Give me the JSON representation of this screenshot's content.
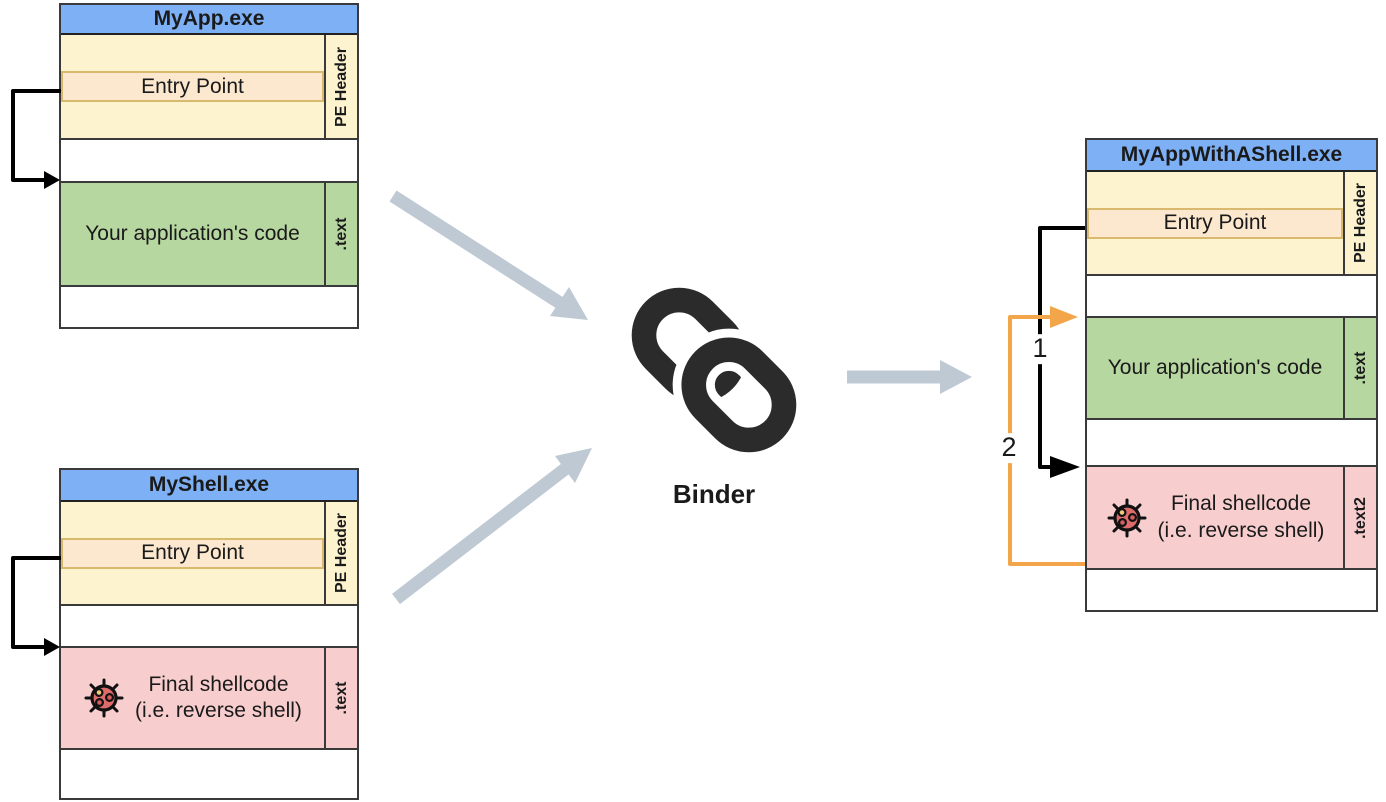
{
  "myapp": {
    "title": "MyApp.exe",
    "pe_header": "PE Header",
    "entry_point": "Entry Point",
    "code": {
      "label": "Your application's code",
      "side": ".text"
    }
  },
  "myshell": {
    "title": "MyShell.exe",
    "pe_header": "PE Header",
    "entry_point": "Entry Point",
    "shell": {
      "line1": "Final shellcode",
      "line2": "(i.e. reverse shell)",
      "side": ".text"
    }
  },
  "output": {
    "title": "MyAppWithAShell.exe",
    "pe_header": "PE Header",
    "entry_point": "Entry Point",
    "code": {
      "label": "Your application's code",
      "side": ".text"
    },
    "shell": {
      "line1": "Final shellcode",
      "line2": "(i.e. reverse shell)",
      "side": ".text2"
    }
  },
  "binder": {
    "label": "Binder"
  },
  "flow": {
    "step1": "1",
    "step2": "2"
  },
  "icons": {
    "binder": "chain-link-icon",
    "shellcode": "malware-bug-icon"
  },
  "colors": {
    "title_bar_blue": "#7db0f5",
    "pe_header_yellow": "#fdf3cf",
    "entry_point_fill": "#fce8ce",
    "entry_point_border": "#d8b96d",
    "code_green": "#b7d7a1",
    "shell_pink": "#f7cdce",
    "arrow_gray": "#bec9d3",
    "arrow_orange": "#f2a649",
    "arrow_black": "#000000",
    "binder_dark": "#2b2b2b",
    "box_border": "#3a3a3a"
  }
}
